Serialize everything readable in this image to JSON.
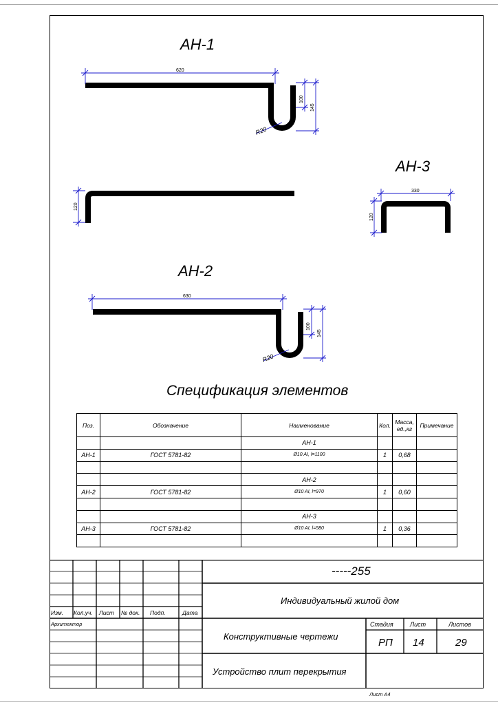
{
  "drawings": [
    {
      "title": "АН-1",
      "dim_length": "620",
      "dim_inner": "100",
      "dim_outer": "145",
      "radius": "R20"
    },
    {
      "title": "АН-2",
      "dim_length": "630",
      "dim_inner": "100",
      "dim_outer": "145",
      "radius": "R20"
    },
    {
      "title": "АН-3",
      "dim_length": "330",
      "dim_height": "120"
    }
  ],
  "bent_bar": {
    "dim_height": "120"
  },
  "spec": {
    "title": "Спецификация элементов",
    "headers": [
      "Поз.",
      "Обозначение",
      "Наименование",
      "Кол.",
      "Масса, ед.,кг",
      "Примечание"
    ],
    "rows": [
      [
        "",
        "",
        "АН-1",
        "",
        "",
        ""
      ],
      [
        "АН-1",
        "ГОСТ 5781-82",
        "Ø10 AI, l=1100",
        "1",
        "0,68",
        ""
      ],
      [
        "",
        "",
        "",
        "",
        "",
        ""
      ],
      [
        "",
        "",
        "АН-2",
        "",
        "",
        ""
      ],
      [
        "АН-2",
        "ГОСТ 5781-82",
        "Ø10 AI, l=970",
        "1",
        "0,60",
        ""
      ],
      [
        "",
        "",
        "",
        "",
        "",
        ""
      ],
      [
        "",
        "",
        "АН-3",
        "",
        "",
        ""
      ],
      [
        "АН-3",
        "ГОСТ 5781-82",
        "Ø10 AI, l=580",
        "1",
        "0,36",
        ""
      ],
      [
        "",
        "",
        "",
        "",
        "",
        ""
      ]
    ]
  },
  "title_block": {
    "code": "-----255",
    "project": "Индивидуальный жилой дом",
    "col_headers": [
      "Изм.",
      "Кол.уч.",
      "Лист",
      "№ док.",
      "Подп.",
      "Дата"
    ],
    "role": "Архитектор",
    "section": "Конструктивные чертежи",
    "sheet_title": "Устройство плит перекрытия",
    "stage_label": "Стадия",
    "sheet_label": "Лист",
    "sheets_label": "Листов",
    "stage": "РП",
    "sheet": "14",
    "sheets": "29",
    "format": "Лист А4"
  }
}
